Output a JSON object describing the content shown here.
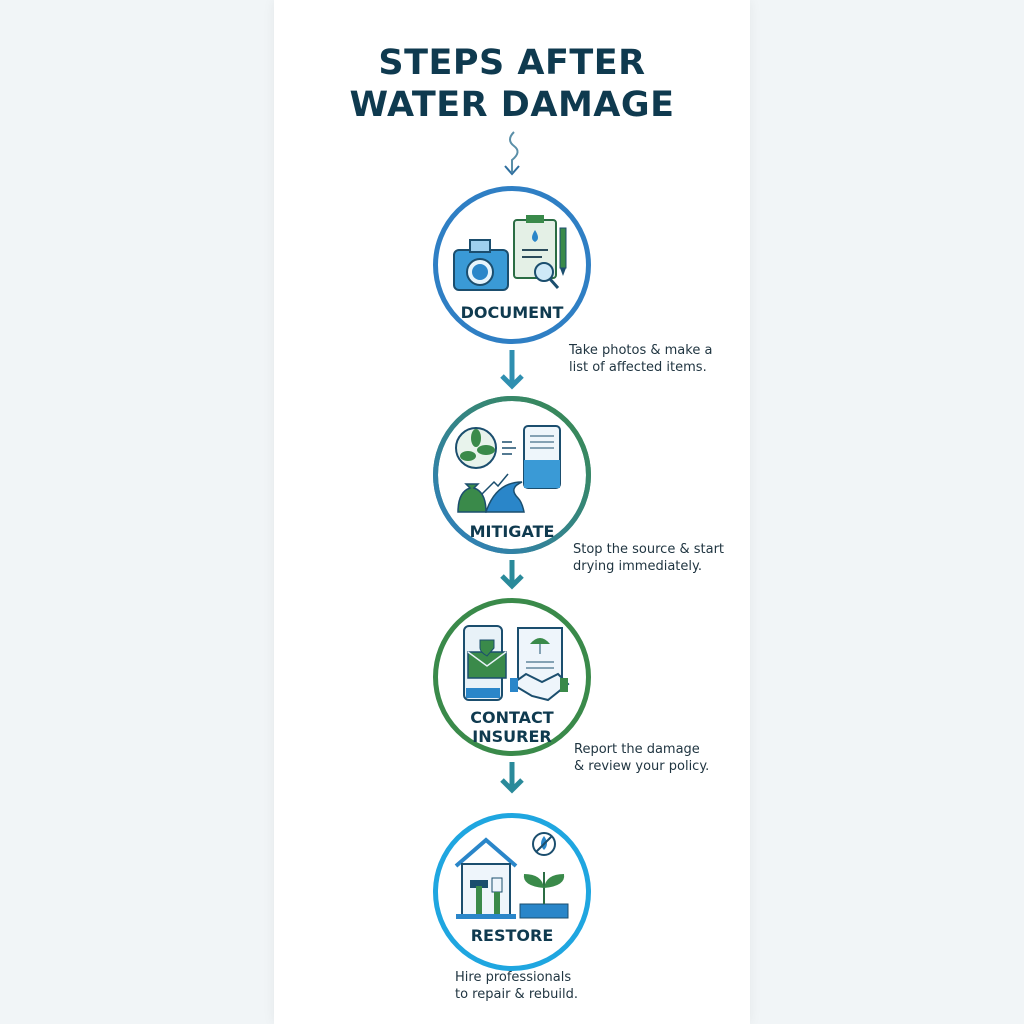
{
  "title": {
    "line1": "STEPS AFTER",
    "line2": "WATER DAMAGE"
  },
  "colors": {
    "title": "#0f3a4f",
    "blue": "#2f7fc4",
    "green": "#3a8a4a",
    "cyan": "#1fa6e0",
    "arrow": "#2a8a9a"
  },
  "steps": [
    {
      "label": "DOCUMENT",
      "desc_line1": "Take photos & make a",
      "desc_line2": "list of affected items.",
      "icons": [
        "camera-icon",
        "clipboard-icon",
        "magnifier-icon",
        "pen-icon"
      ]
    },
    {
      "label": "MITIGATE",
      "desc_line1": "Stop the source & start",
      "desc_line2": "drying immediately.",
      "icons": [
        "fan-icon",
        "dehumidifier-icon",
        "sandbag-icon",
        "wave-icon"
      ]
    },
    {
      "label_line1": "CONTACT",
      "label_line2": "INSURER",
      "desc_line1": "Report the damage",
      "desc_line2": "& review your policy.",
      "icons": [
        "phone-mail-icon",
        "policy-document-icon",
        "handshake-icon"
      ]
    },
    {
      "label": "RESTORE",
      "desc_line1": "Hire professionals",
      "desc_line2": "to repair & rebuild.",
      "icons": [
        "house-tools-icon",
        "sun-no-water-icon",
        "sprout-icon"
      ]
    }
  ]
}
